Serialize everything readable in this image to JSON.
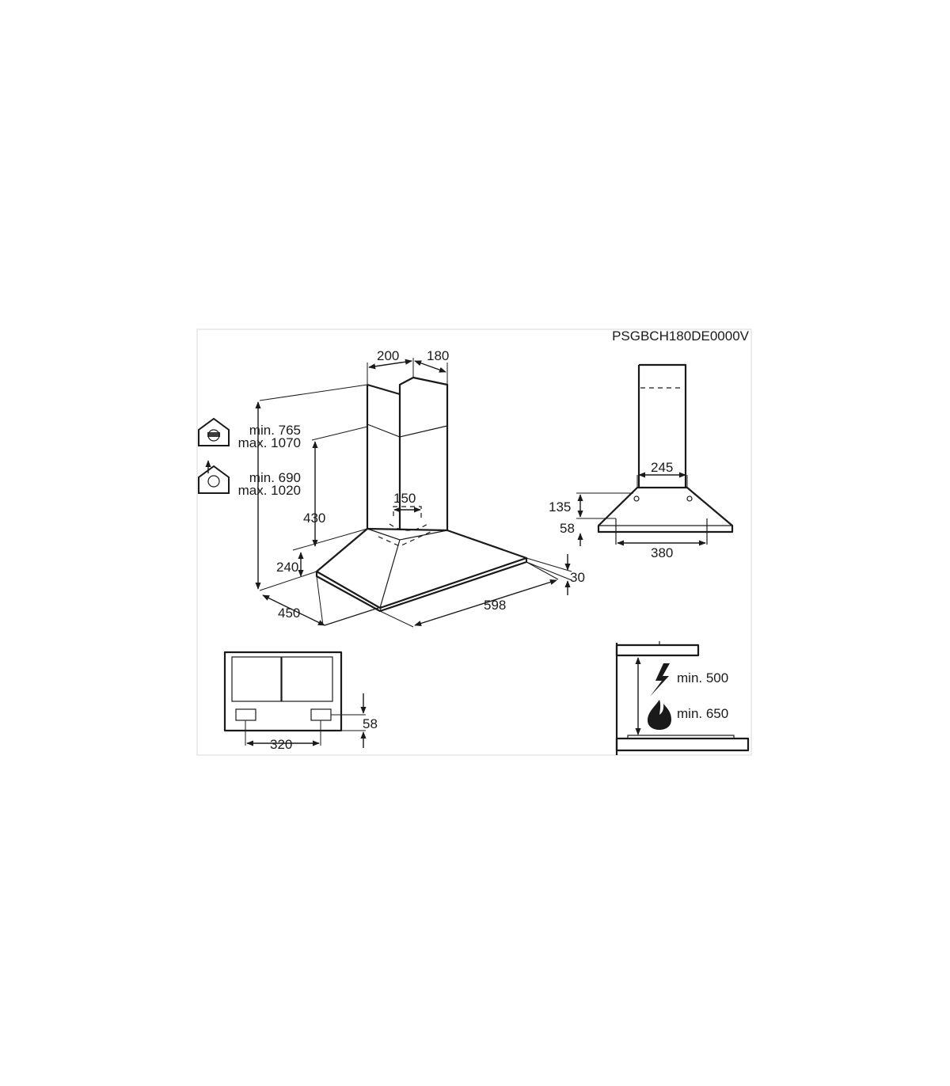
{
  "model_code": "PSGBCH180DE0000V",
  "main_view": {
    "chimney_width": "200",
    "chimney_depth": "180",
    "outlet_diameter": "150",
    "height_extraction": {
      "min": "min. 765",
      "max": "max. 1070",
      "icon": "house-extraction-icon"
    },
    "height_recirculation": {
      "min": "min. 690",
      "max": "max. 1020",
      "icon": "house-recirculation-icon"
    },
    "lower_chimney_height": "430",
    "canopy_height": "240",
    "front_edge_height": "30",
    "depth": "450",
    "width": "598"
  },
  "side_view": {
    "bracket_width": "245",
    "bracket_height": "135",
    "bottom_offset": "58",
    "base_width": "380"
  },
  "bottom_view": {
    "filter_offset": "58",
    "filter_spacing": "320"
  },
  "install_view": {
    "electric_hob": {
      "label": "min. 500",
      "icon": "lightning-icon"
    },
    "gas_hob": {
      "label": "min. 650",
      "icon": "flame-icon"
    }
  }
}
